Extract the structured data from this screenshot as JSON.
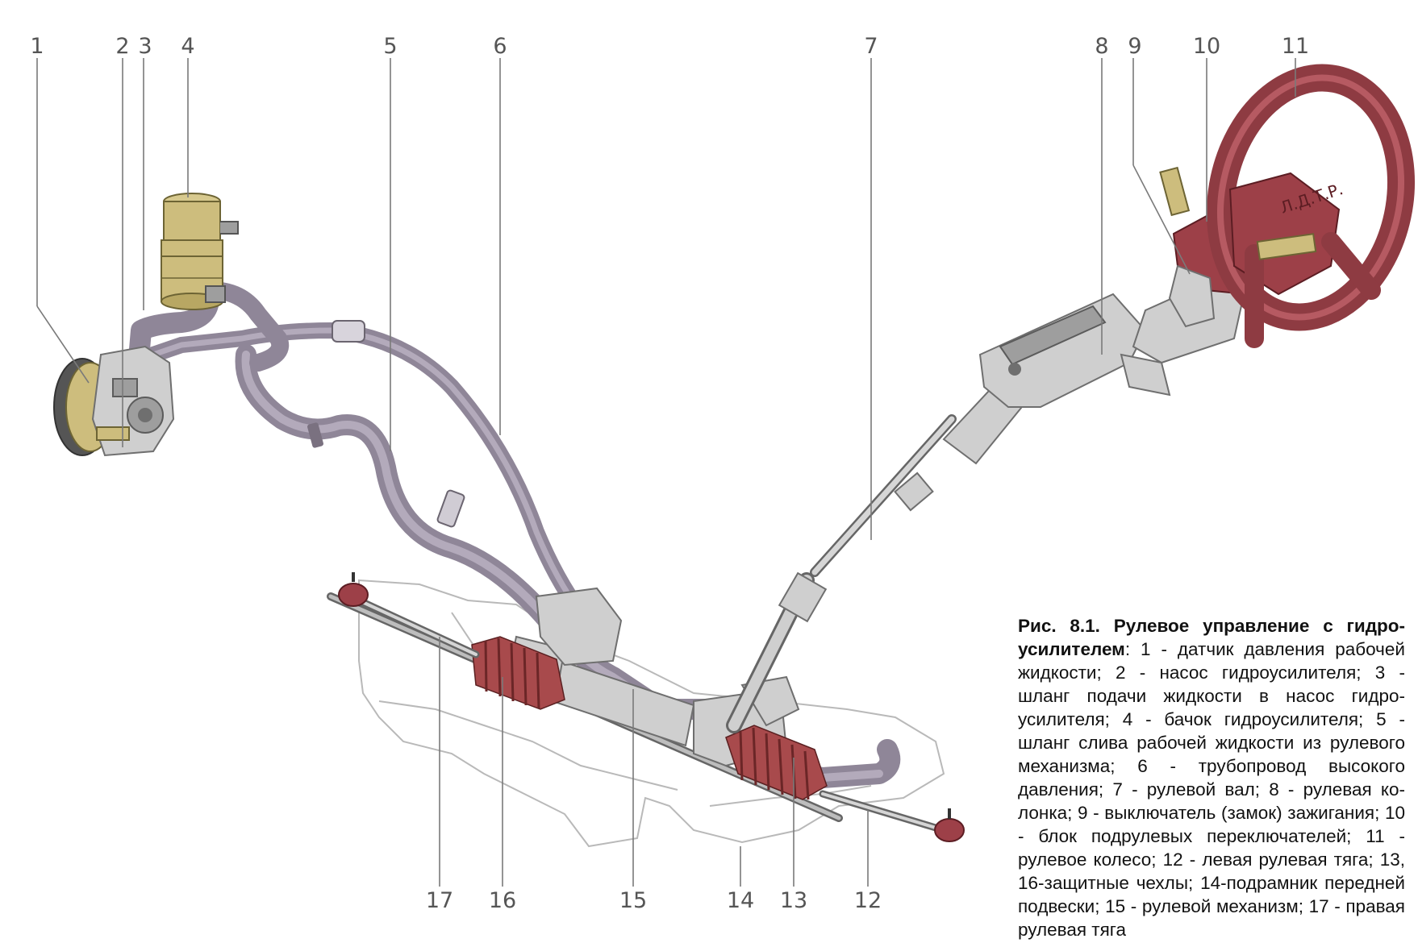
{
  "callouts": [
    "1",
    "2",
    "3",
    "4",
    "5",
    "6",
    "7",
    "8",
    "9",
    "10",
    "11",
    "12",
    "13",
    "14",
    "15",
    "16",
    "17"
  ],
  "caption": {
    "title": "Рис. 8.1. Рулевое управление с гидро­усилителем",
    "text": ": 1 - датчик давления рабочей жидкости; 2 - насос гидроусилителя; 3 - шланг подачи жидкости в насос гидро­усилителя; 4 - бачок гидроусилителя; 5 - шланг слива рабочей жидкости из руле­вого механизма; 6 - трубопровод высокого давления; 7 - рулевой вал; 8 - рулевая ко­лонка; 9 - выключатель (замок) зажигания; 10 - блок подрулевых переключателей; 11 - рулевое колесо; 12 - левая рулевая тя­га; 13, 16-защитные чехлы; 14-подрамник передней подвески; 15 - рулевой меха­низм; 17 - правая рулевая тяга"
  },
  "wheel_emblem": "Л.Д.Т.Р.",
  "colors": {
    "hose": "#8f8698",
    "boot": "#a84a4c",
    "steering_wheel": "#8e3b42",
    "reservoir": "#cdbd7d",
    "metal": "#cfcfcf",
    "callout_text": "#555555"
  }
}
